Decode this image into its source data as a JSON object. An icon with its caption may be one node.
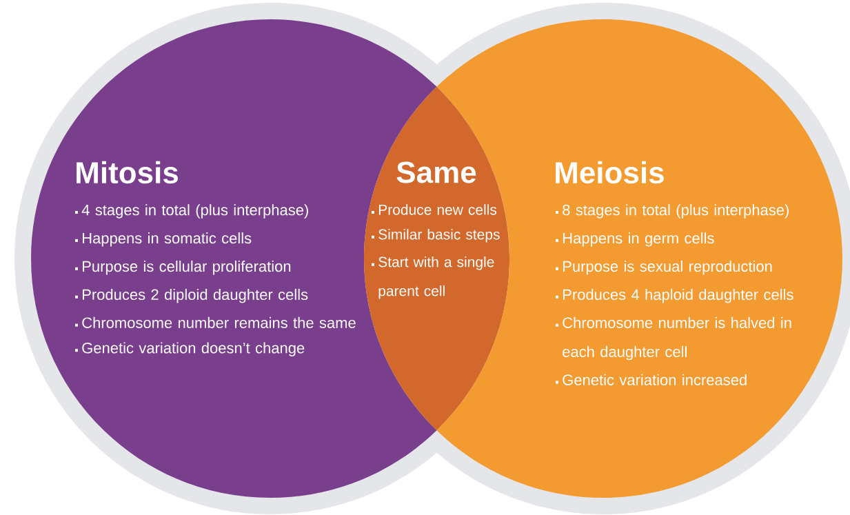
{
  "diagram": {
    "nodes": [
      {
        "text": [
          "Mitosis",
          "4 stages in total (plus interphase)",
          "Happens in somatic cells",
          "Purpose is cellular proliferation",
          "Produces 2 diploid daughter cells",
          "Chromosome number remains the same",
          "Genetic variation doesn’t change"
        ]
      },
      {
        "text": [
          "Same",
          "Produce new cells",
          "Similar basic steps",
          "Start with a single parent cell"
        ]
      },
      {
        "text": [
          "Meiosis",
          "8 stages in total (plus interphase)",
          "Happens in germ cells",
          "Purpose is sexual reproduction",
          "Produces 4 haploid daughter cells",
          "Chromosome number is halved in each daughter cell",
          "Genetic variation increased"
        ]
      }
    ]
  }
}
